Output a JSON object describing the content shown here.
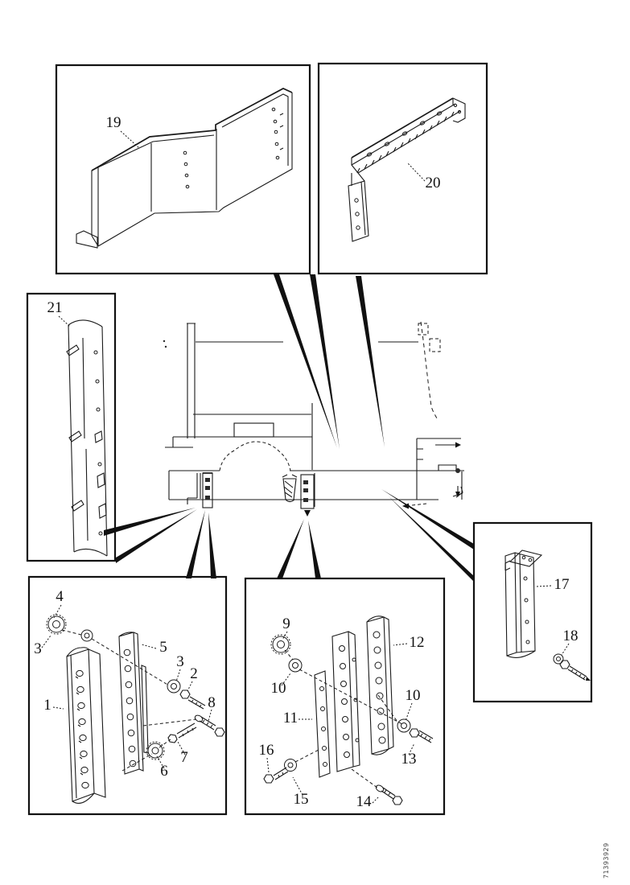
{
  "page": {
    "background": "#ffffff",
    "ink": "#1a1a1a"
  },
  "figure": {
    "kind": "exploded-parts-diagram",
    "doc_number": "71393929"
  },
  "insets": {
    "top_left": {
      "callouts": [
        "19"
      ]
    },
    "top_right": {
      "callouts": [
        "20"
      ]
    },
    "mid_left": {
      "callouts": [
        "21"
      ]
    },
    "bottom_left": {
      "callouts": [
        "4",
        "3",
        "1",
        "5",
        "3",
        "2",
        "8",
        "7",
        "6"
      ]
    },
    "bottom_center": {
      "callouts": [
        "9",
        "10",
        "11",
        "12",
        "10",
        "13",
        "16",
        "15",
        "14"
      ]
    },
    "right": {
      "callouts": [
        "17",
        "18"
      ]
    }
  },
  "callouts": {
    "c1": "1",
    "c2": "2",
    "c3a": "3",
    "c3b": "3",
    "c4": "4",
    "c5": "5",
    "c6": "6",
    "c7": "7",
    "c8": "8",
    "c9": "9",
    "c10a": "10",
    "c10b": "10",
    "c11": "11",
    "c12": "12",
    "c13": "13",
    "c14": "14",
    "c15": "15",
    "c16": "16",
    "c17": "17",
    "c18": "18",
    "c19": "19",
    "c20": "20",
    "c21": "21"
  }
}
